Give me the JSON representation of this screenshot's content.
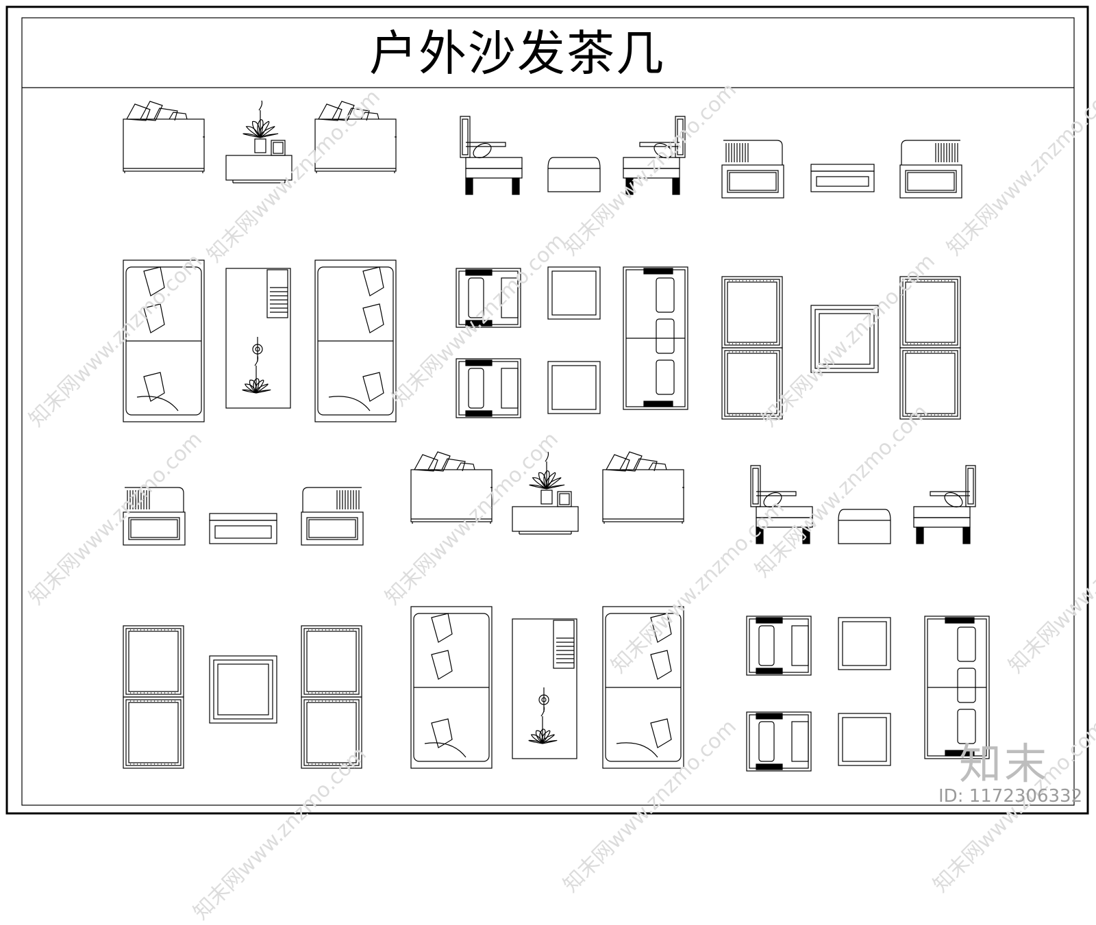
{
  "title": "户外沙发茶几",
  "watermark": "知末网www.znzmo.com",
  "brand": "知末",
  "image_id": "ID: 1172306332",
  "colors": {
    "line": "#000000",
    "watermark": "#dcdcdc",
    "brand": "#bdbdbd"
  }
}
